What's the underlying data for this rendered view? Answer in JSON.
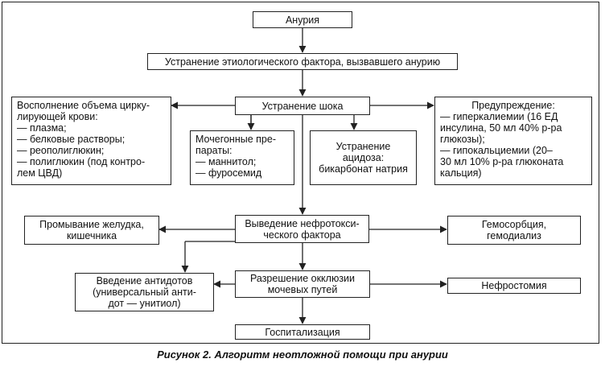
{
  "nodes": {
    "anuria": "Анурия",
    "elimination": "Устранение этиологического фактора, вызвавшего анурию",
    "shock": "Устранение шока",
    "volume": [
      "Восполнение объема цирку-",
      "лирующей крови:",
      "— плазма;",
      "— белковые растворы;",
      "— реополиглюкин;",
      "— полиглюкин (под контро-",
      "лем ЦВД)"
    ],
    "diuretics": [
      "Мочегонные пре-",
      "параты:",
      "— маннитол;",
      "— фуросемид"
    ],
    "acidosis": [
      "Устранение",
      "ацидоза:",
      "бикарбонат натрия"
    ],
    "prevention": [
      "Предупреждение:",
      "— гиперкалиемии (16 ЕД",
      "инсулина, 50 мл 40% р-ра",
      "глюкозы);",
      "— гипокальциемии (20–",
      "30 мл 10% р-ра глюконата",
      "кальция)"
    ],
    "lavage": [
      "Промывание желудка,",
      "кишечника"
    ],
    "nephrotoxic": [
      "Выведение нефротокси-",
      "ческого фактора"
    ],
    "hemosorption": [
      "Гемосорбция,",
      "гемодиализ"
    ],
    "antidotes": [
      "Введение антидотов",
      "(универсальный анти-",
      "дот — унитиол)"
    ],
    "occlusion": [
      "Разрешение окклюзии",
      "мочевых путей"
    ],
    "nephrostomy": "Нефростомия",
    "hospital": "Госпитализация"
  },
  "caption": "Рисунок 2. Алгоритм неотложной помощи при анурии"
}
